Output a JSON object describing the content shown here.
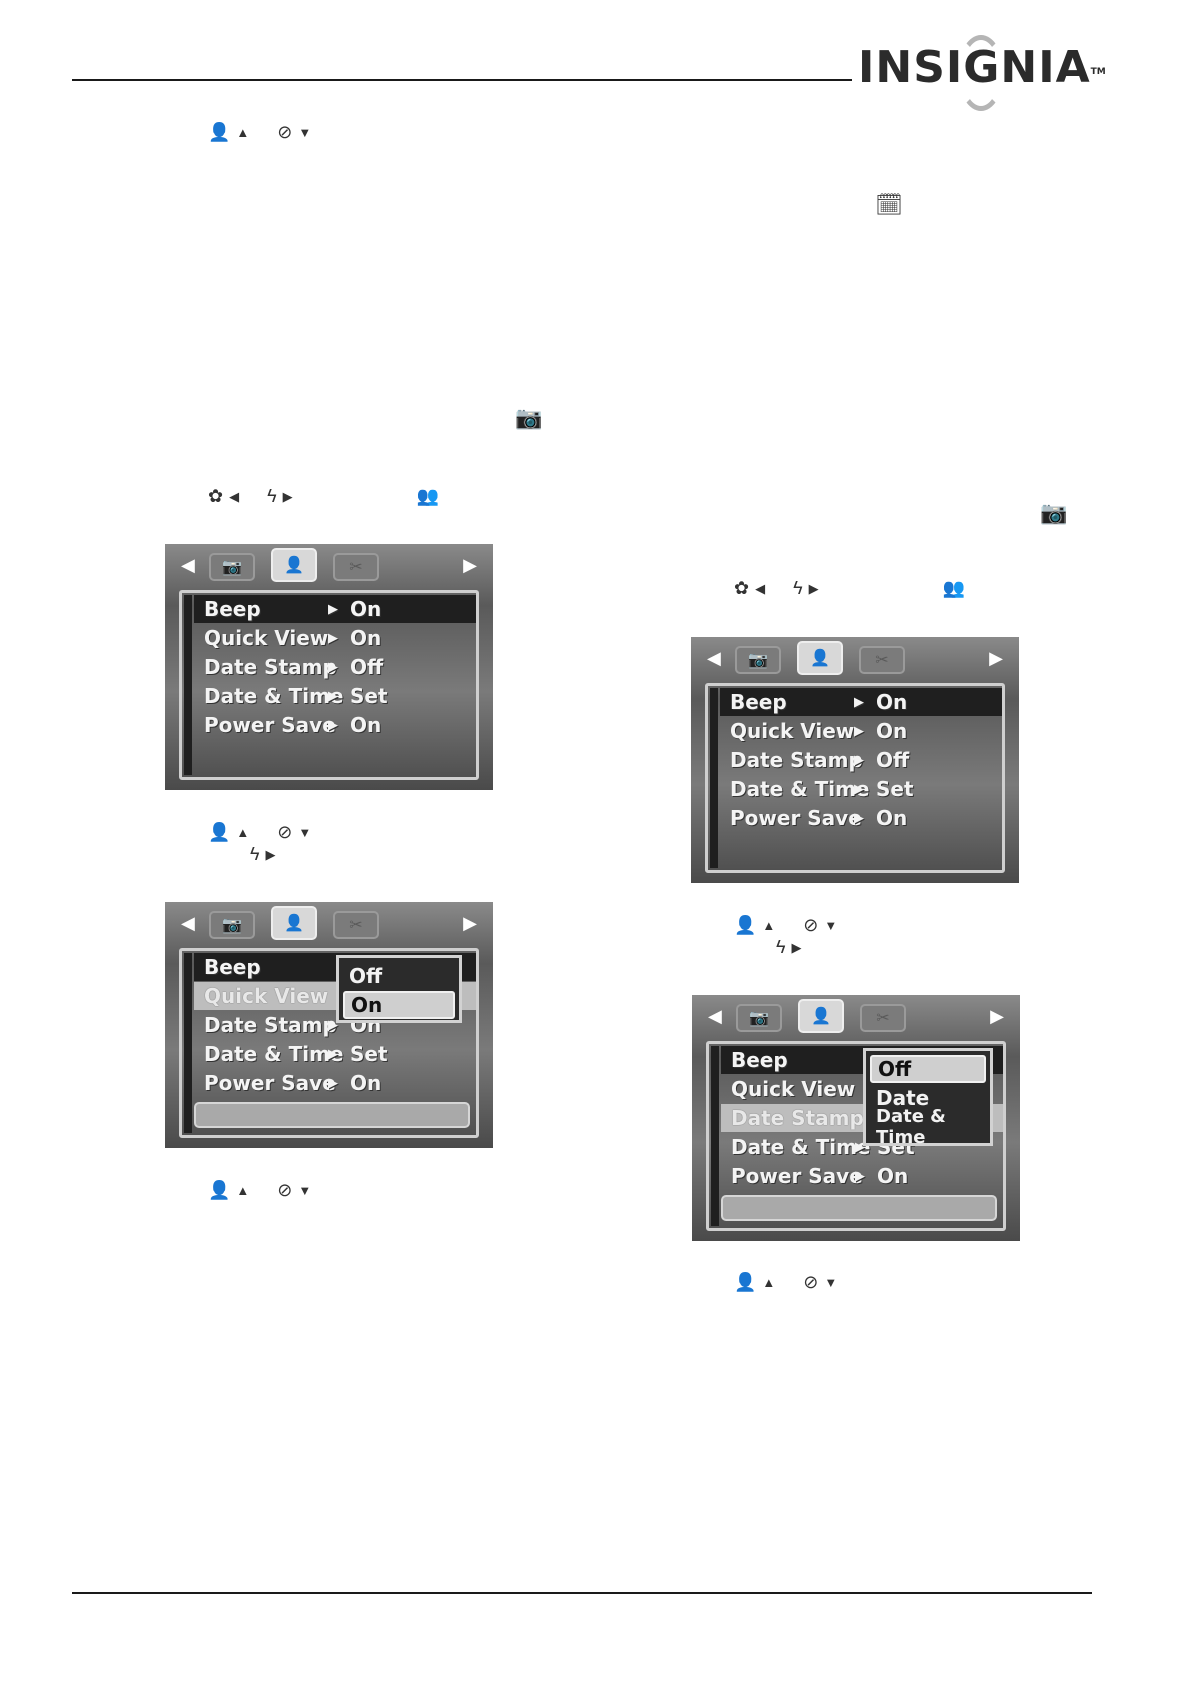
{
  "header": {
    "brand": "INSIGNIA",
    "trademark": "TM"
  },
  "menu_tabs": {
    "left_arrow": "◀",
    "right_arrow": "▶"
  },
  "menus": {
    "menu1": {
      "rows": [
        {
          "label": "Beep",
          "value": "On"
        },
        {
          "label": "Quick View",
          "value": "On"
        },
        {
          "label": "Date Stamp",
          "value": "Off"
        },
        {
          "label": "Date & Time",
          "value": "Set"
        },
        {
          "label": "Power Save",
          "value": "On"
        }
      ]
    },
    "menu2": {
      "rows": [
        {
          "label": "Beep",
          "value": ""
        },
        {
          "label": "Quick View",
          "value": ""
        },
        {
          "label": "Date Stamp",
          "value": "On"
        },
        {
          "label": "Date & Time",
          "value": "Set"
        },
        {
          "label": "Power Save",
          "value": "On"
        }
      ],
      "popup": [
        "Off",
        "On"
      ]
    },
    "menu3": {
      "rows": [
        {
          "label": "Beep",
          "value": "On"
        },
        {
          "label": "Quick View",
          "value": "On"
        },
        {
          "label": "Date Stamp",
          "value": "Off"
        },
        {
          "label": "Date & Time",
          "value": "Set"
        },
        {
          "label": "Power Save",
          "value": "On"
        }
      ]
    },
    "menu4": {
      "rows": [
        {
          "label": "Beep",
          "value": ""
        },
        {
          "label": "Quick View",
          "value": ""
        },
        {
          "label": "Date Stamp",
          "value": ""
        },
        {
          "label": "Date & Time",
          "value": "Set"
        },
        {
          "label": "Power Save",
          "value": "On"
        }
      ],
      "popup": [
        "Off",
        "Date",
        "Date & Time"
      ]
    }
  },
  "icons": {
    "up": "▲",
    "down": "▼",
    "left": "◀",
    "right": "▶"
  }
}
